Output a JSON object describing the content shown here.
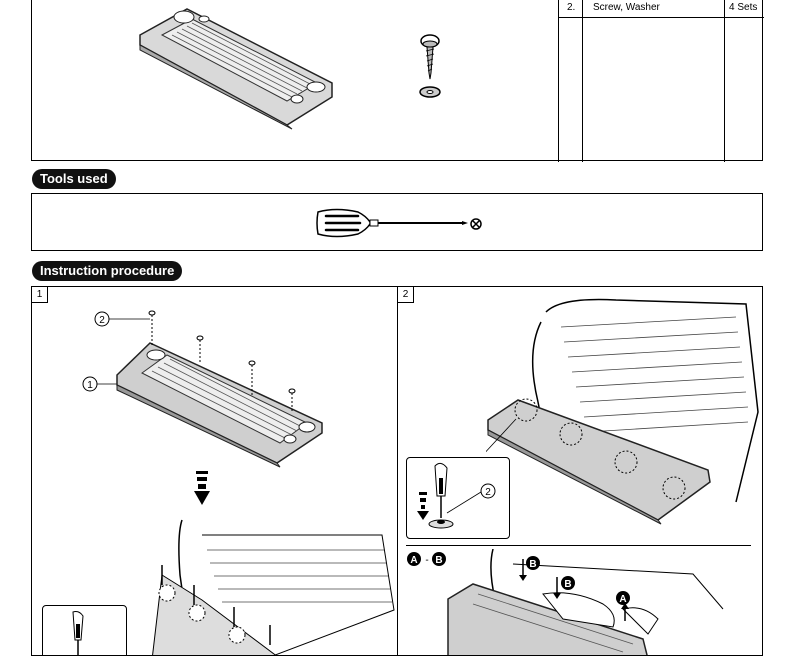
{
  "parts_table": {
    "row": {
      "no": "2.",
      "name": "Screw, Washer",
      "qty": "4 Sets"
    }
  },
  "sections": {
    "tools_used": "Tools used",
    "instruction_procedure": "Instruction procedure"
  },
  "steps": [
    {
      "number": "1",
      "callouts": [
        "2",
        "1"
      ]
    },
    {
      "number": "2",
      "callouts": [
        "2"
      ],
      "sub_label": "A - B",
      "markers": [
        "B",
        "B",
        "A"
      ]
    }
  ],
  "icons": {
    "screwdriver": "phillips-screwdriver-icon",
    "down_arrow": "down-arrow-icon"
  }
}
